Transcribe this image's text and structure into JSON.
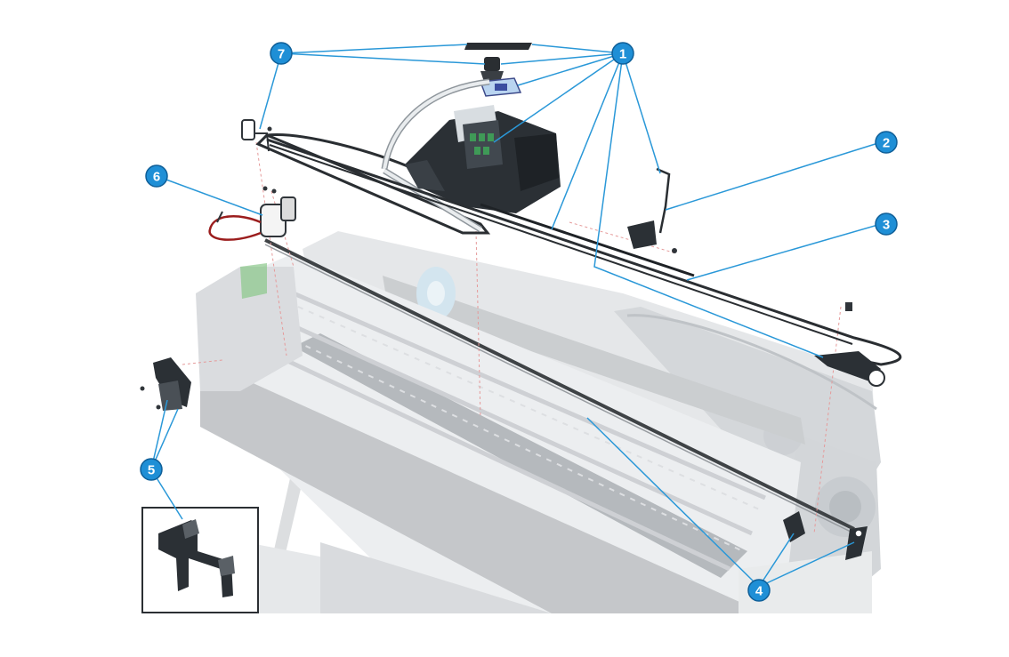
{
  "colors": {
    "callout_fill": "#1f8fd6",
    "callout_ring": "#0f5f98",
    "leader_line": "#2a98d8",
    "guide_line": "#e59a9a",
    "part_dark": "#262a2e",
    "printer_ghost": "#cfd2d5"
  },
  "callouts": [
    {
      "id": "callout-1",
      "label": "1"
    },
    {
      "id": "callout-2",
      "label": "2"
    },
    {
      "id": "callout-3",
      "label": "3"
    },
    {
      "id": "callout-4",
      "label": "4"
    },
    {
      "id": "callout-5",
      "label": "5"
    },
    {
      "id": "callout-6",
      "label": "6"
    },
    {
      "id": "callout-7",
      "label": "7"
    }
  ]
}
